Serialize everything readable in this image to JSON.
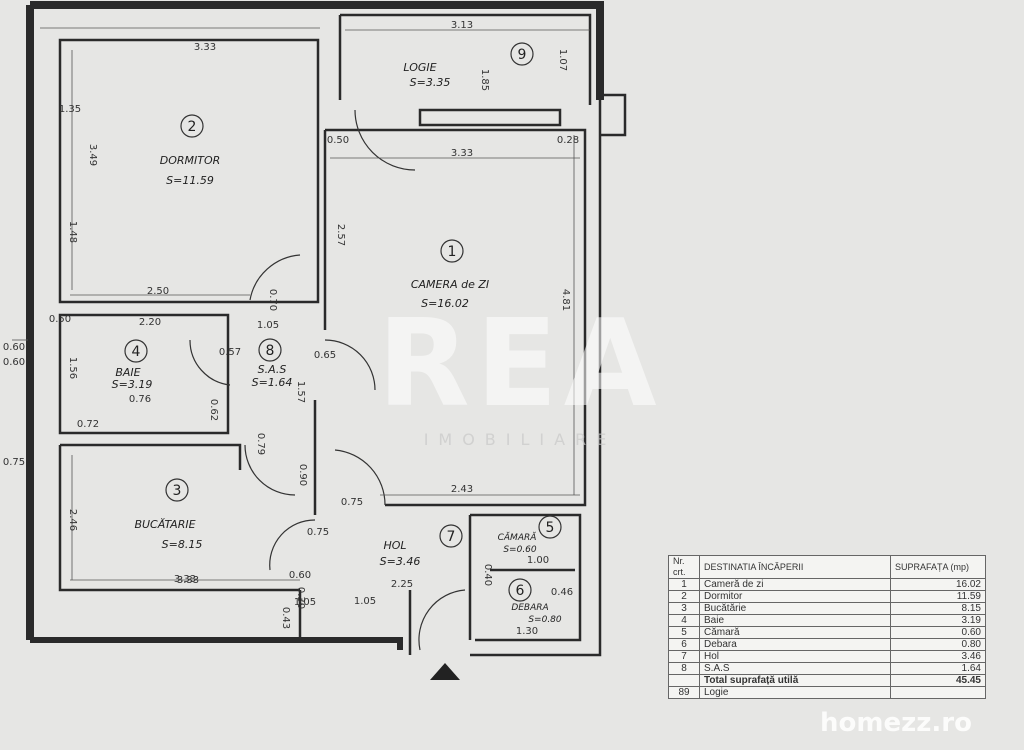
{
  "rooms": [
    {
      "number": "2",
      "name": "DORMITOR",
      "area_label": "S=11.59"
    },
    {
      "number": "1",
      "name": "CAMERA de ZI",
      "area_label": "S=16.02"
    },
    {
      "number": "9",
      "name": "LOGIE",
      "area_label": "S=3.35"
    },
    {
      "number": "4",
      "name": "BAIE",
      "area_label": "S=3.19"
    },
    {
      "number": "8",
      "name": "S.A.S",
      "area_label": "S=1.64"
    },
    {
      "number": "3",
      "name": "BUCĂTARIE",
      "area_label": "S=8.15"
    },
    {
      "number": "7",
      "name": "HOL",
      "area_label": "S=3.46"
    },
    {
      "number": "5",
      "name": "CĂMARĂ",
      "area_label": "S=0.60"
    },
    {
      "number": "6",
      "name": "DEBARA",
      "area_label": "S=0.80"
    }
  ],
  "dimensions": [
    "3.33",
    "3.13",
    "3.33",
    "3.33",
    "2.50",
    "2.20",
    "2.43",
    "3.33",
    "2.25",
    "1.00",
    "1.30",
    "1.05",
    "1.35",
    "1.05",
    "0.28",
    "0.50",
    "0.50",
    "0.76",
    "0.72",
    "0.60",
    "0.75",
    "1.05",
    "0.65",
    "0.75",
    "0.60",
    "0.60",
    "0.75",
    "0.57",
    "4.81",
    "3.49",
    "2.57",
    "1.48",
    "1.56",
    "2.46",
    "1.57",
    "1.85",
    "1.07",
    "0.62",
    "0.70",
    "0.79",
    "0.43",
    "0.30",
    "0.40",
    "0.90",
    "0.46"
  ],
  "legend": {
    "headers": [
      "Nr. crt.",
      "DESTINATIA ÎNCĂPERII",
      "SUPRAFAȚA (mp)"
    ],
    "rows": [
      {
        "n": "1",
        "name": "Cameră de zi",
        "area": "16.02"
      },
      {
        "n": "2",
        "name": "Dormitor",
        "area": "11.59"
      },
      {
        "n": "3",
        "name": "Bucătărie",
        "area": "8.15"
      },
      {
        "n": "4",
        "name": "Baie",
        "area": "3.19"
      },
      {
        "n": "5",
        "name": "Cămară",
        "area": "0.60"
      },
      {
        "n": "6",
        "name": "Debara",
        "area": "0.80"
      },
      {
        "n": "7",
        "name": "Hol",
        "area": "3.46"
      },
      {
        "n": "8",
        "name": "S.A.S",
        "area": "1.64"
      }
    ],
    "total": {
      "n": "",
      "name": "Total suprafață utilă",
      "area": "45.45"
    },
    "loggia": {
      "n": "89",
      "name": "Logie",
      "area": ""
    }
  },
  "watermarks": {
    "brand": "REA",
    "brand_sub": "IMOBILIARE",
    "site": "homezz.ro"
  },
  "colors": {
    "paper": "#e6e6e4",
    "ink": "#2a2a2a"
  }
}
